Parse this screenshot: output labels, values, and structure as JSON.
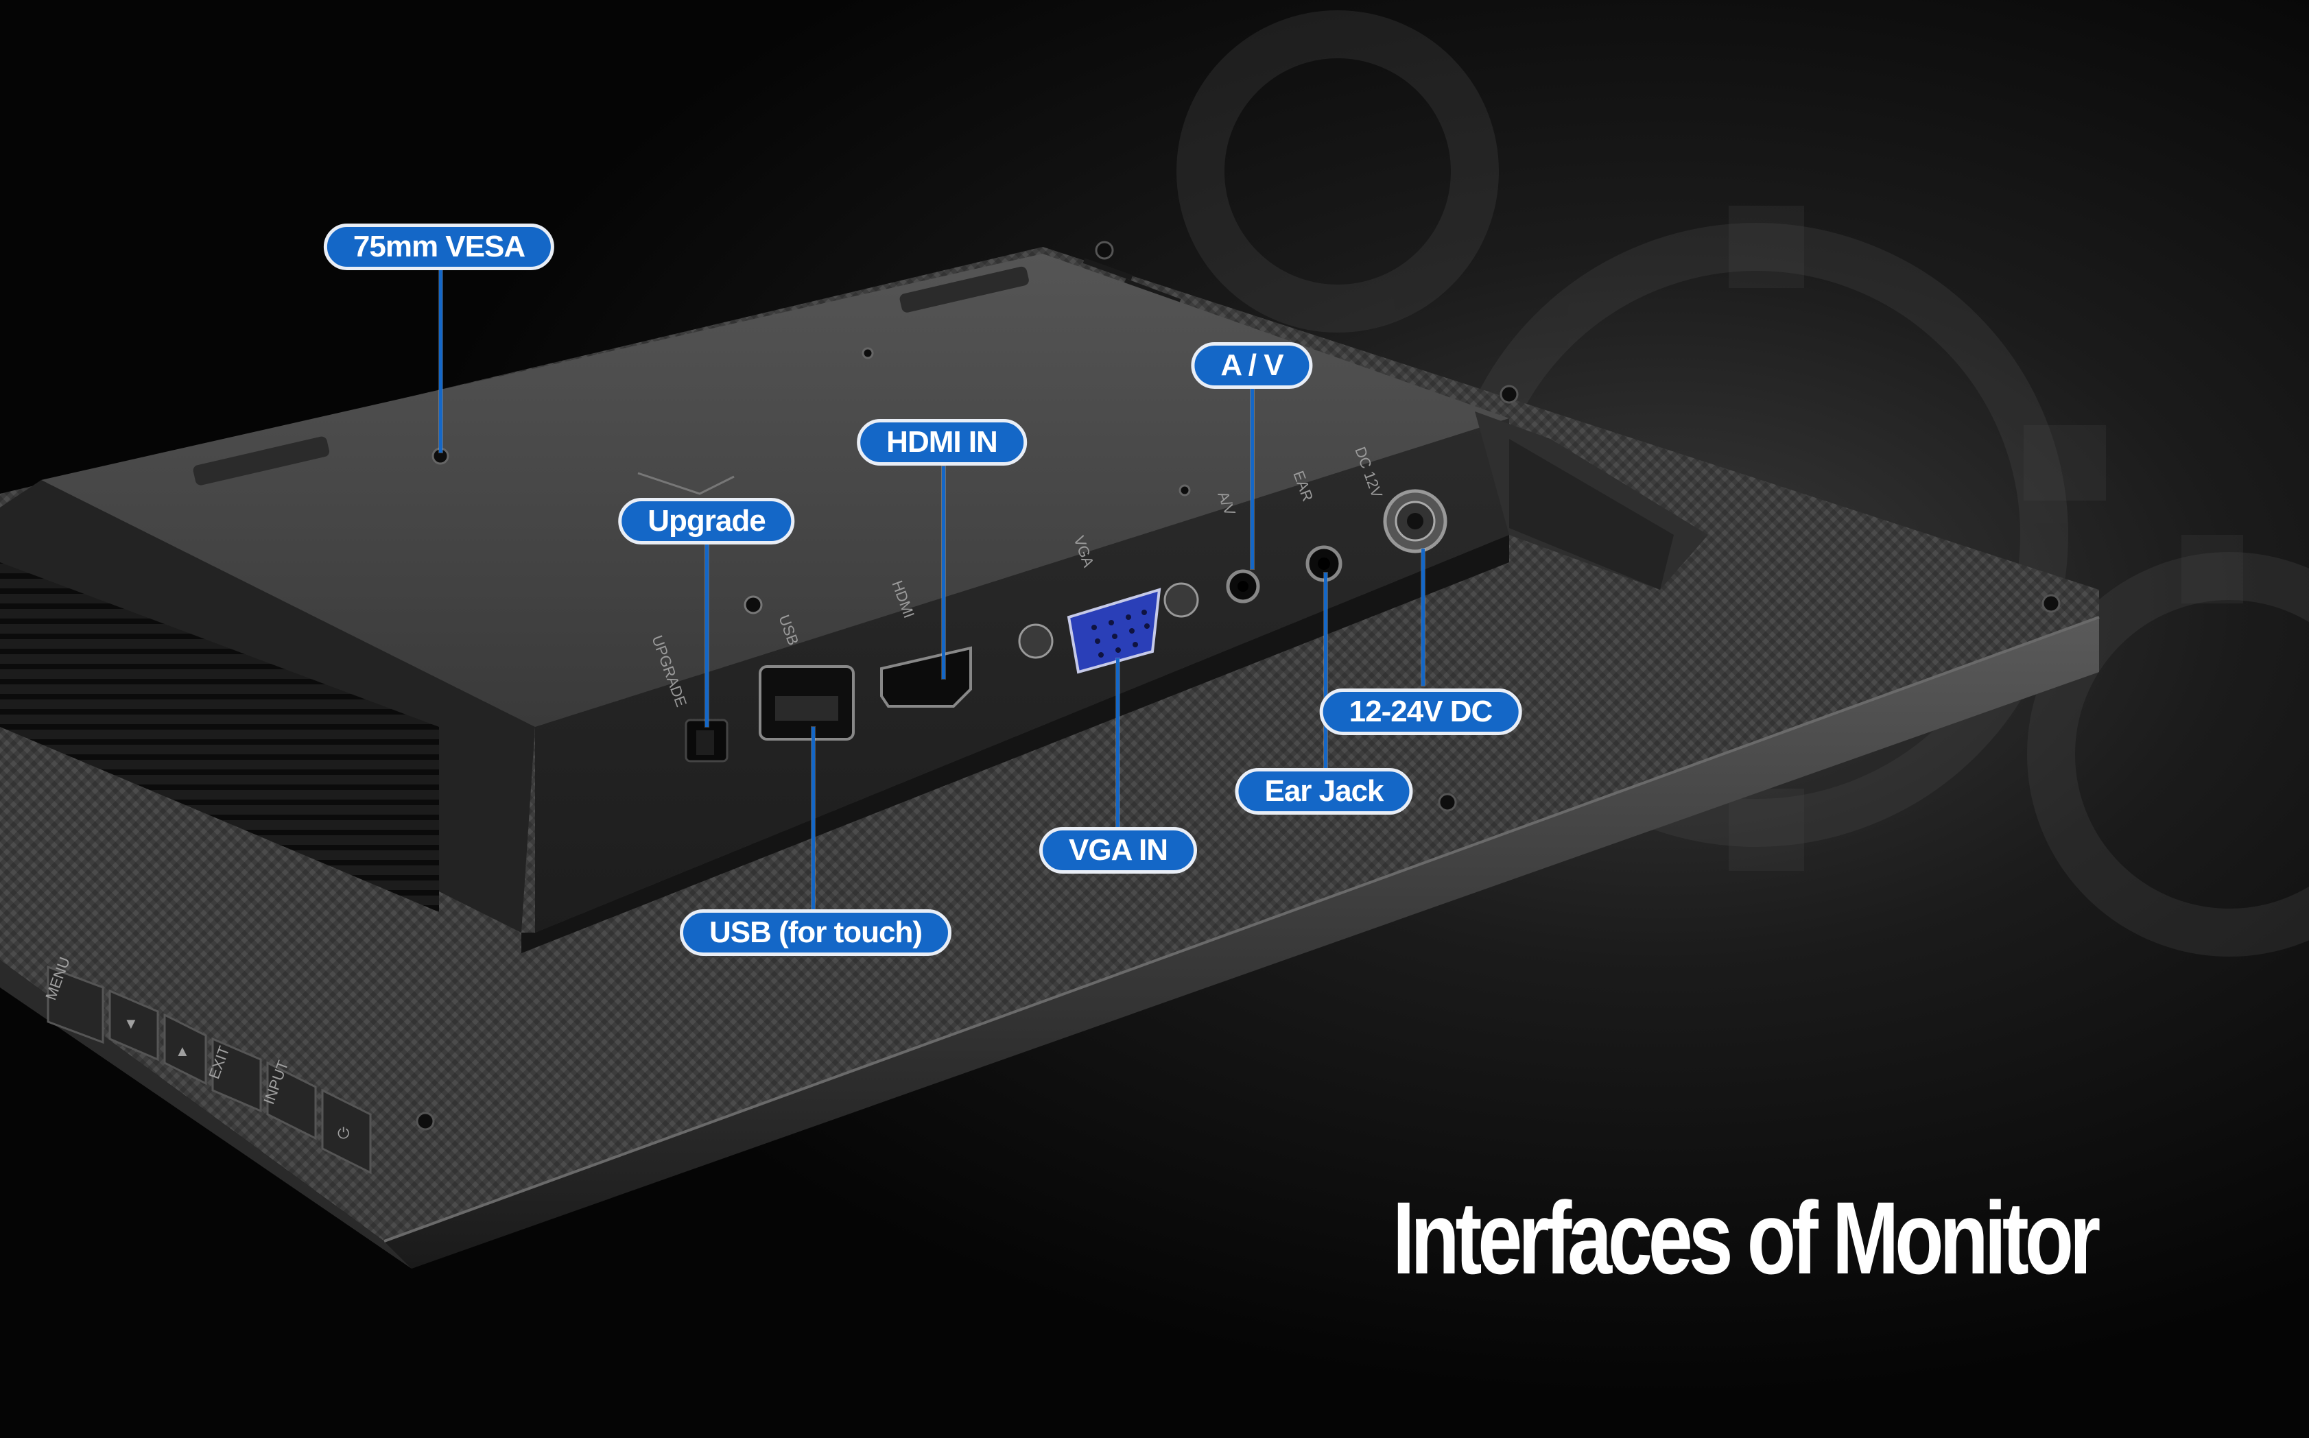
{
  "headline": "Interfaces of Monitor",
  "callouts": {
    "vesa": "75mm VESA",
    "upgrade": "Upgrade",
    "usb": "USB (for touch)",
    "hdmi": "HDMI IN",
    "vga": "VGA IN",
    "av": "A / V",
    "ear": "Ear Jack",
    "dc": "12-24V DC"
  },
  "port_labels": {
    "upgrade": "UPGRADE",
    "usb": "USB",
    "hdmi": "HDMI",
    "vga": "VGA",
    "av": "A/V",
    "ear": "EAR",
    "dc": "DC 12V"
  },
  "side_buttons": [
    "MENU",
    "▼",
    "▲",
    "EXIT",
    "INPUT",
    "⏻"
  ],
  "colors": {
    "callout_fill": "#1467c7",
    "callout_border": "#e9eef6",
    "background": "#050505",
    "vga_port": "#2a3fb8"
  }
}
